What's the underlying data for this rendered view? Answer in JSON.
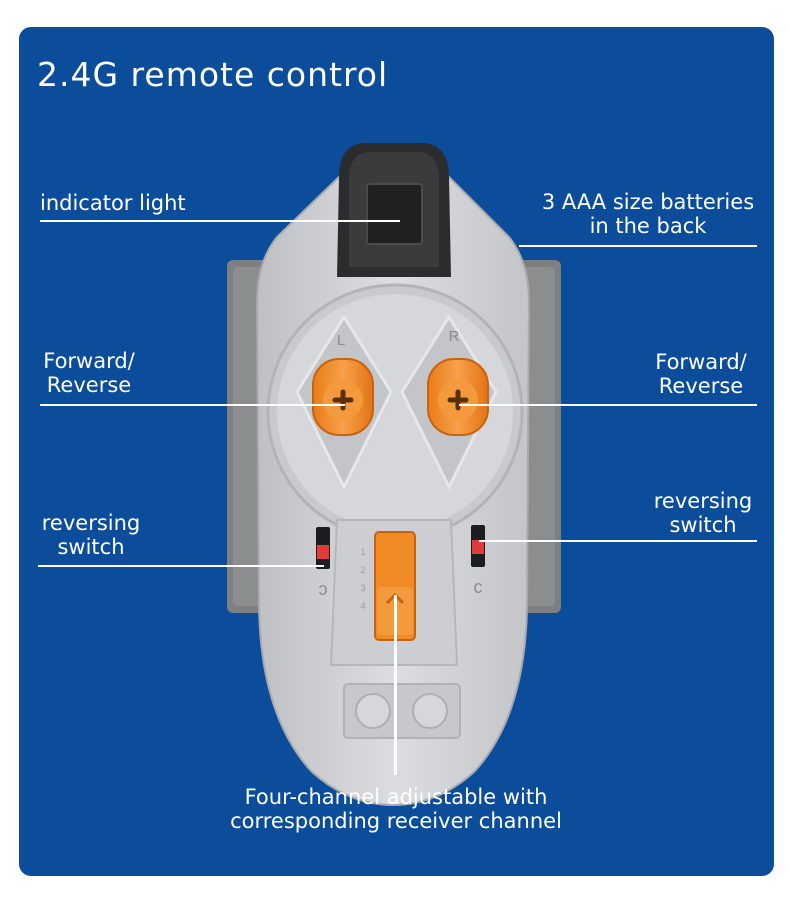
{
  "title": "2.4G remote control",
  "labels": {
    "indicator_light": "indicator light",
    "batteries_line1": "3 AAA size batteries",
    "batteries_line2": "in the back",
    "forward_left_line1": "Forward/",
    "forward_left_line2": "Reverse",
    "forward_right_line1": "Forward/",
    "forward_right_line2": "Reverse",
    "reversing_left_line1": "reversing",
    "reversing_left_line2": "switch",
    "reversing_right_line1": "reversing",
    "reversing_right_line2": "switch",
    "channel_line1": "Four-channel adjustable with",
    "channel_line2": "corresponding receiver channel"
  },
  "device_marks": {
    "left_stick_letter": "L",
    "right_stick_letter": "R",
    "channel_numbers": [
      "1",
      "2",
      "3",
      "4"
    ]
  },
  "colors": {
    "background": "#0b4d9b",
    "body": "#d3d4d6",
    "side_grips": "#7e7f81",
    "sticks": "#f08a24",
    "switch_red": "#e23b3b"
  }
}
